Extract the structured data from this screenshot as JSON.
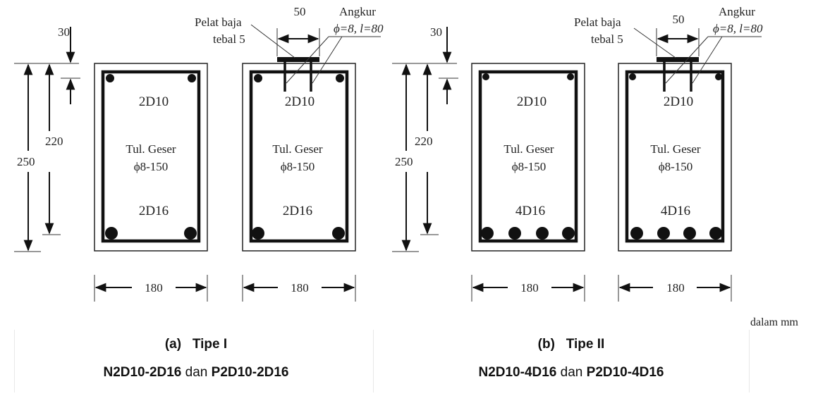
{
  "labels": {
    "dim_30": "30",
    "dim_220": "220",
    "dim_250": "250",
    "dim_180": "180",
    "dim_50": "50",
    "top_bars": "2D10",
    "shear_line1": "Tul. Geser",
    "shear_line2": "ϕ8-150",
    "plate_line1": "Pelat baja",
    "plate_line2": "tebal 5",
    "anchor_line1": "Angkur",
    "anchor_line2": "ϕ=8, l=80",
    "unit_note": "dalam mm"
  },
  "type1": {
    "bottom_bars": "2D16",
    "caption_letter": "(a)",
    "caption_title": "Tipe I",
    "caption_n": "N2D10-2D16",
    "caption_dan": "dan",
    "caption_p": "P2D10-2D16"
  },
  "type2": {
    "bottom_bars": "4D16",
    "caption_letter": "(b)",
    "caption_title": "Tipe II",
    "caption_n": "N2D10-4D16",
    "caption_dan": "dan",
    "caption_p": "P2D10-4D16"
  }
}
